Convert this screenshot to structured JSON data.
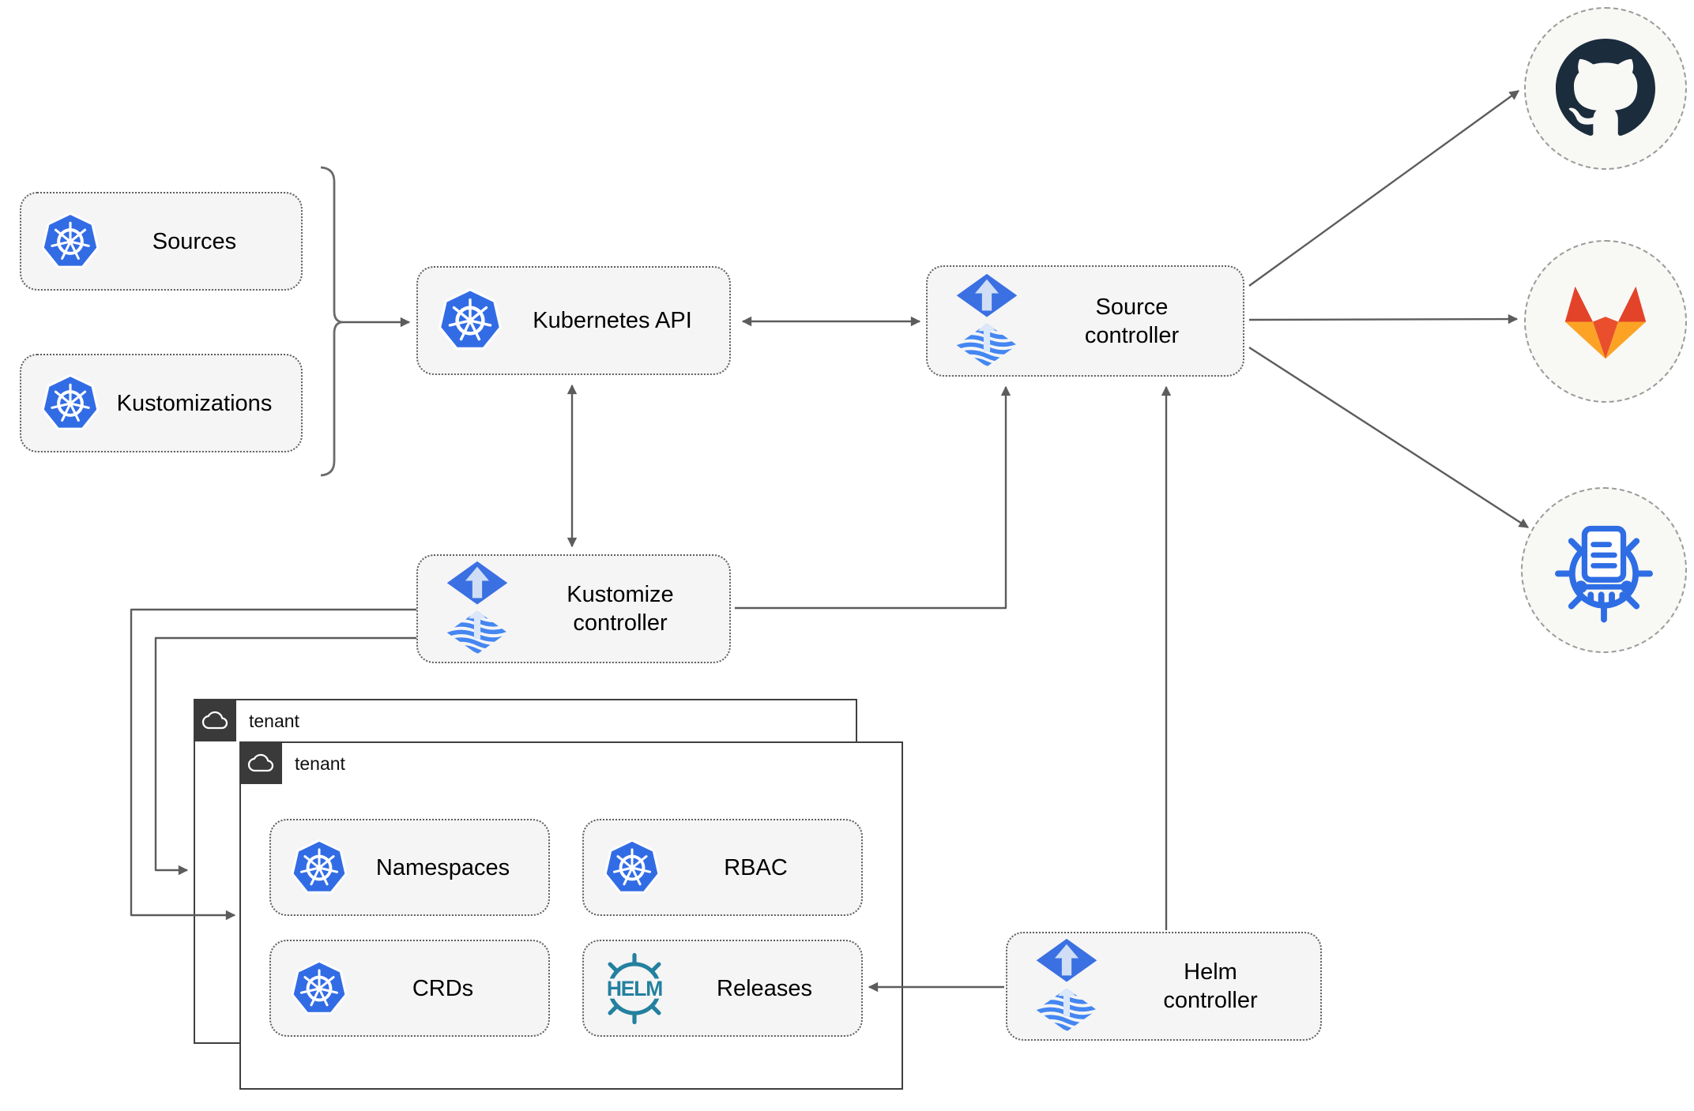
{
  "nodes": {
    "sources": {
      "label": "Sources",
      "icon": "kubernetes-icon"
    },
    "kustomizations": {
      "label": "Kustomizations",
      "icon": "kubernetes-icon"
    },
    "kubernetes_api": {
      "label": "Kubernetes API",
      "icon": "kubernetes-icon"
    },
    "source_controller": {
      "label": "Source\ncontroller",
      "icon": "flux-icon"
    },
    "kustomize_controller": {
      "label": "Kustomize\ncontroller",
      "icon": "flux-icon"
    },
    "helm_controller": {
      "label": "Helm\ncontroller",
      "icon": "flux-icon"
    },
    "namespaces": {
      "label": "Namespaces",
      "icon": "kubernetes-icon"
    },
    "rbac": {
      "label": "RBAC",
      "icon": "kubernetes-icon"
    },
    "crds": {
      "label": "CRDs",
      "icon": "kubernetes-icon"
    },
    "releases": {
      "label": "Releases",
      "icon": "helm-icon"
    }
  },
  "tenants": {
    "back": {
      "label": "tenant",
      "icon": "cloud-icon"
    },
    "front": {
      "label": "tenant",
      "icon": "cloud-icon"
    }
  },
  "endpoints": {
    "github": {
      "icon": "github-icon"
    },
    "gitlab": {
      "icon": "gitlab-icon"
    },
    "chart_repository": {
      "icon": "chartmuseum-icon"
    }
  },
  "helm_wordmark": "HELM",
  "edges": [
    {
      "from": "sources_and_kustomizations_brace",
      "to": "kubernetes_api",
      "style": "arrow"
    },
    {
      "from": "kubernetes_api",
      "to": "source_controller",
      "style": "double-arrow"
    },
    {
      "from": "kubernetes_api",
      "to": "kustomize_controller",
      "style": "double-arrow"
    },
    {
      "from": "kustomize_controller",
      "to": "source_controller",
      "style": "arrow"
    },
    {
      "from": "kustomize_controller",
      "to": "tenant_back",
      "style": "arrow"
    },
    {
      "from": "kustomize_controller",
      "to": "tenant_front",
      "style": "arrow"
    },
    {
      "from": "helm_controller",
      "to": "source_controller",
      "style": "arrow"
    },
    {
      "from": "helm_controller",
      "to": "releases",
      "style": "arrow"
    },
    {
      "from": "source_controller",
      "to": "github",
      "style": "arrow"
    },
    {
      "from": "source_controller",
      "to": "gitlab",
      "style": "arrow"
    },
    {
      "from": "source_controller",
      "to": "chart_repository",
      "style": "arrow"
    }
  ],
  "colors": {
    "kubernetes_blue": "#326ce5",
    "flux_blue": "#3a70e2",
    "flux_stripe_blue": "#4486f2",
    "helm_teal": "#24809f",
    "github_dark": "#1b2c3c",
    "gitlab_red": "#e24329",
    "gitlab_mid": "#ea4f2d",
    "gitlab_amber": "#fca326",
    "chartmuseum_blue": "#2e6de4",
    "box_fill": "#f5f5f5",
    "line_gray": "#5c5c5c"
  }
}
